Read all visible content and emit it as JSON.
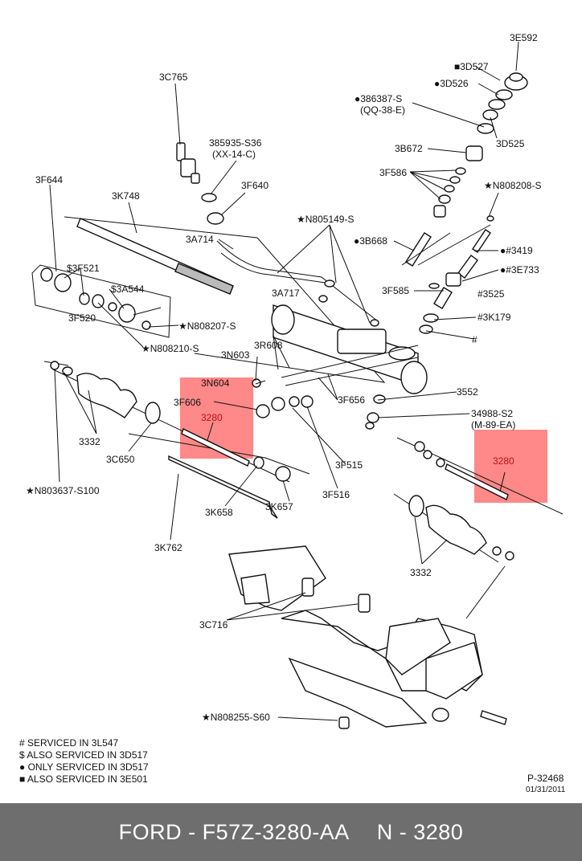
{
  "labels": {
    "l3E592": "3E592",
    "l3D527": "■3D527",
    "l3D526": "●3D526",
    "l386387": "●386387-S",
    "lQQ38E": "(QQ-38-E)",
    "l3D525": "3D525",
    "l3B672": "3B672",
    "l3F586": "3F586",
    "lN808208": "★N808208-S",
    "l3C765": "3C765",
    "l385935": "385935-S36",
    "lXX14C": "(XX-14-C)",
    "l3F640": "3F640",
    "l3F644": "3F644",
    "l3K748": "3K748",
    "lN805149": "★N805149-S",
    "l3A714": "3A714",
    "l3B668": "●3B668",
    "l3419": "●#3419",
    "l3E733": "●#3E733",
    "l3F521": "$3F521",
    "l3A544": "$3A544",
    "l3A717": "3A717",
    "l3F585": "3F585",
    "l3525": "#3525",
    "l3F520": "3F520",
    "lN808207": "★N808207-S",
    "lN808210": "★N808210-S",
    "l3K179": "#3K179",
    "lHash": "#",
    "l3R608": "3R608",
    "l3N603": "3N603",
    "l3N604": "3N604",
    "l3552": "3552",
    "l3F606": "3F606",
    "l3F656": "3F656",
    "l34988": "34988-S2",
    "lM89EA": "(M-89-EA)",
    "l3280a": "3280",
    "l3280b": "3280",
    "l3332a": "3332",
    "l3C650": "3C650",
    "l3F515": "3F515",
    "lN803637": "★N803637-S100",
    "l3K658": "3K658",
    "l3K657": "3K657",
    "l3F516": "3F516",
    "l3332b": "3332",
    "l3K762": "3K762",
    "l3C716": "3C716",
    "lN808255": "★N808255-S60"
  },
  "legend": [
    "# SERVICED IN 3L547",
    "$ ALSO SERVICED IN 3D517",
    "● ONLY SERVICED IN 3D517",
    "■ ALSO SERVICED IN 3E501"
  ],
  "ref": {
    "code": "P-32468",
    "date": "01/31/2011"
  },
  "footer": {
    "part": "FORD - F57Z-3280-AA",
    "ref": "N - 3280"
  },
  "colors": {
    "highlight": "#ff6b6b",
    "footer_bg": "#6e6e6e",
    "footer_text": "#ffffff"
  }
}
